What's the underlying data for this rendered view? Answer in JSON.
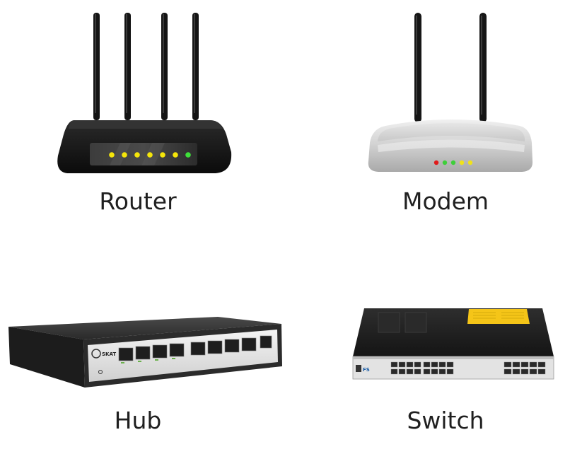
{
  "devices": {
    "router": {
      "label": "Router",
      "icon": "router-icon"
    },
    "modem": {
      "label": "Modem",
      "icon": "modem-icon"
    },
    "hub": {
      "label": "Hub",
      "icon": "hub-icon",
      "brand_text": "SKAT"
    },
    "switch": {
      "label": "Switch",
      "icon": "switch-icon",
      "brand_text": "FS"
    }
  }
}
